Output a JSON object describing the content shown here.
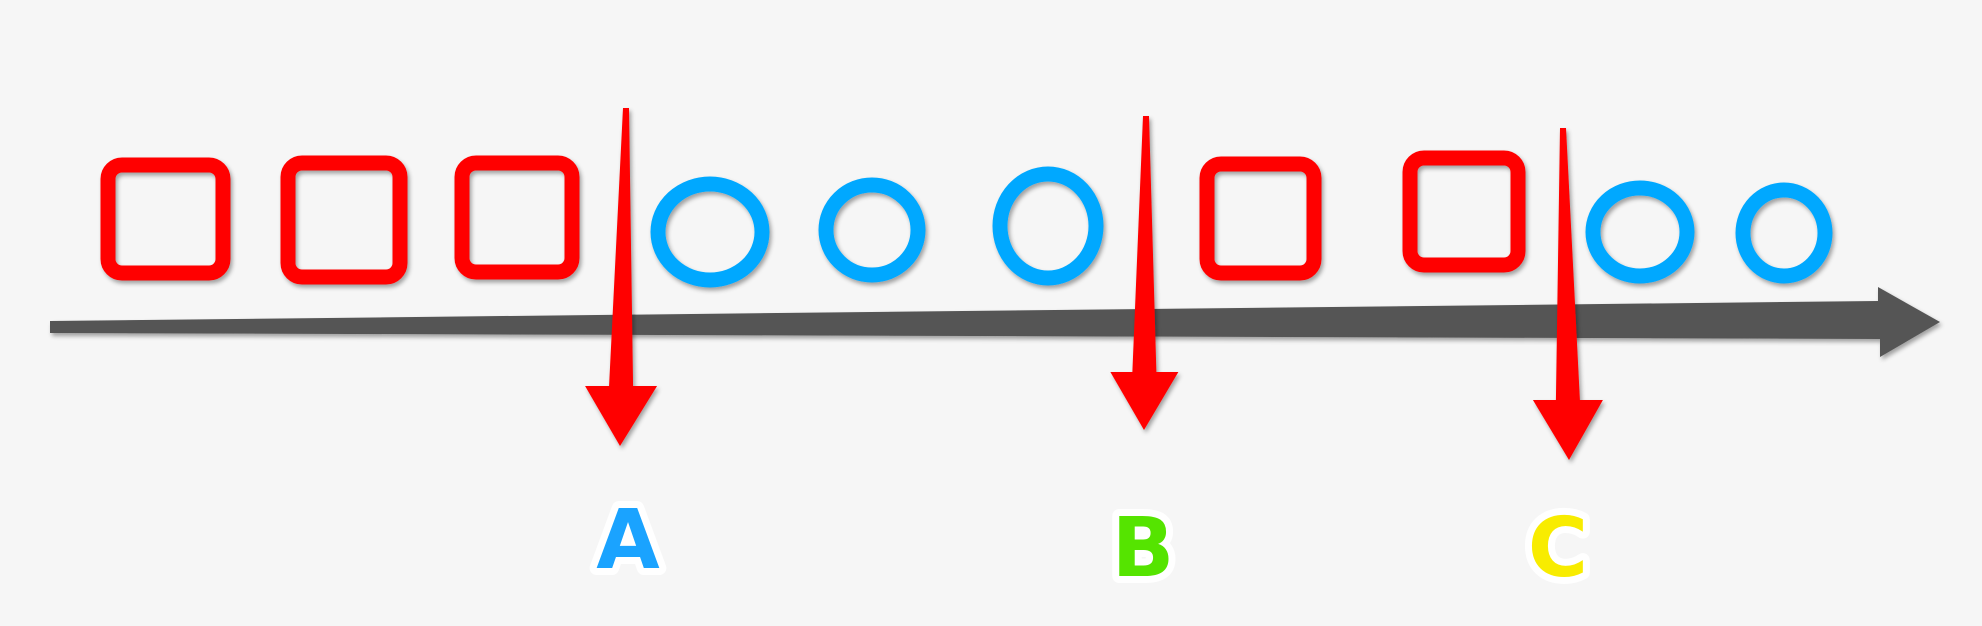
{
  "timeline": {
    "sequence": [
      "square",
      "square",
      "square",
      "circle",
      "circle",
      "circle",
      "square",
      "square",
      "circle",
      "circle"
    ],
    "colors": {
      "square": "#ff0000",
      "circle": "#00a8ff",
      "axis": "#555555",
      "marker_arrow": "#ff0000"
    }
  },
  "markers": [
    {
      "label": "A",
      "color": "#1aa3ff"
    },
    {
      "label": "B",
      "color": "#55e400"
    },
    {
      "label": "C",
      "color": "#f8ec00"
    }
  ]
}
